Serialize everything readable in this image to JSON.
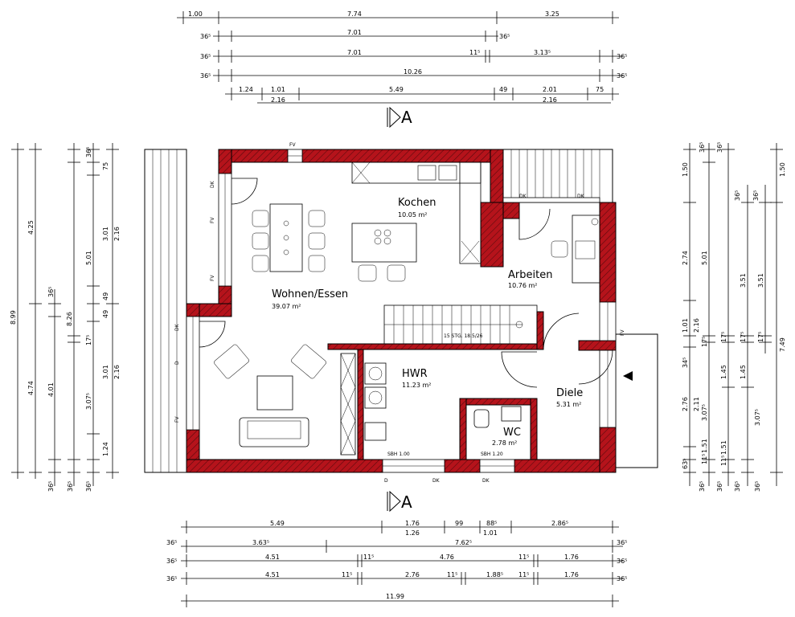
{
  "rooms": {
    "wohnen": {
      "name": "Wohnen/Essen",
      "area": "39.07 m²"
    },
    "kochen": {
      "name": "Kochen",
      "area": "10.05 m²"
    },
    "arbeiten": {
      "name": "Arbeiten",
      "area": "10.76 m²"
    },
    "hwr": {
      "name": "HWR",
      "area": "11.23 m²"
    },
    "diele": {
      "name": "Diele",
      "area": "5.31 m²"
    },
    "wc": {
      "name": "WC",
      "area": "2.78 m²"
    }
  },
  "section_marker": "A",
  "stair_label": "15 STG. 18.5/26",
  "plan_labels": {
    "fv": "FV",
    "dk": "DK",
    "d": "D",
    "sbh": "SBH 1.00",
    "sbh2": "SBH 1.20"
  },
  "dimensions": {
    "top": {
      "row1": [
        "1.00",
        "7.74",
        "3.25"
      ],
      "row2": [
        "36⁵",
        "7.01",
        "36⁵"
      ],
      "row3": [
        "36⁵",
        "7.01",
        "11⁵",
        "3.13⁵",
        "36⁵"
      ],
      "row4": [
        "36⁵",
        "10.26",
        "36⁵"
      ],
      "row5": [
        "1.24",
        "1.01",
        "5.49",
        "49",
        "2.01",
        "75"
      ],
      "row6": [
        "2.16",
        "2.16"
      ]
    },
    "bottom": {
      "row1": [
        "5.49",
        "1.76",
        "99",
        "88⁵",
        "2.86⁵"
      ],
      "row2": [
        "1.26",
        "1.01"
      ],
      "row3": [
        "36⁵",
        "3.63⁵",
        "7.62⁵",
        "36⁵"
      ],
      "row4": [
        "36⁵",
        "4.51",
        "11⁵",
        "4.76",
        "11⁵",
        "1.76",
        "36⁵"
      ],
      "row5": [
        "36⁵",
        "4.51",
        "11⁵",
        "2.76",
        "11⁵",
        "1.88⁵",
        "11⁵",
        "1.76",
        "36⁵"
      ],
      "row6": [
        "11.99"
      ]
    },
    "left": {
      "col1": [
        "8.99"
      ],
      "col2": [
        "4.25",
        "4.74"
      ],
      "col3": [
        "36⁵",
        "8.26",
        "4.01",
        "36⁵"
      ],
      "col4": [
        "5.01",
        "17⁵",
        "3.07⁵",
        "36⁵"
      ],
      "col5": [
        "36⁵",
        "75",
        "3.01",
        "49",
        "49",
        "3.01",
        "1.24",
        "36⁵"
      ],
      "col6": [
        "2.16",
        "2.16"
      ]
    },
    "right": {
      "col1": [
        "36⁵",
        "2.74",
        "1.01",
        "34⁵",
        "2.76",
        "63⁵",
        "36⁵"
      ],
      "col2": [
        "1.50",
        "5.01",
        "2.16",
        "17⁵",
        "2.11",
        "3.07⁵",
        "1.51",
        "11⁵",
        "36⁵"
      ],
      "col3": [
        "36⁵",
        "17⁵",
        "1.45",
        "1.51",
        "11⁵",
        "36⁵"
      ],
      "col4": [
        "36⁵",
        "3.51",
        "17⁵",
        "1.45",
        "3.07⁵",
        "36⁵"
      ],
      "col5": [
        "36⁵",
        "3.51",
        "17⁵",
        "36⁵"
      ],
      "col6": [
        "1.50",
        "7.49"
      ]
    }
  }
}
